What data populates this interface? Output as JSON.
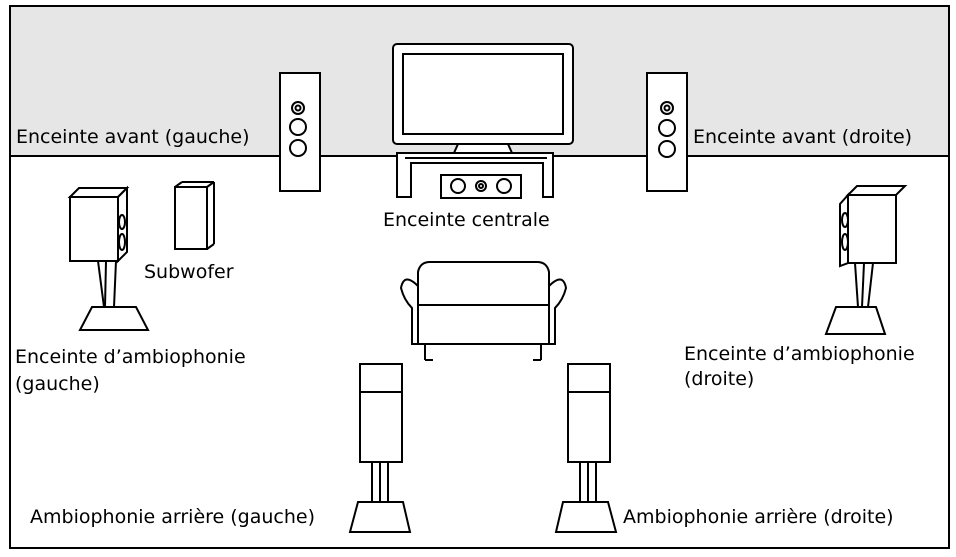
{
  "labels": {
    "front_left": "Enceinte avant (gauche)",
    "front_right": "Enceinte avant (droite)",
    "center": "Enceinte centrale",
    "subwoofer": "Subwofer",
    "surround_left_1": "Enceinte d’ambiophonie",
    "surround_left_2": "(gauche)",
    "surround_right_1": "Enceinte d’ambiophonie",
    "surround_right_2": "(droite)",
    "rear_left": "Ambiophonie arrière (gauche)",
    "rear_right": "Ambiophonie arrière (droite)"
  },
  "colors": {
    "wall": "#e6e6e6",
    "floor": "#ffffff",
    "line": "#000000"
  }
}
